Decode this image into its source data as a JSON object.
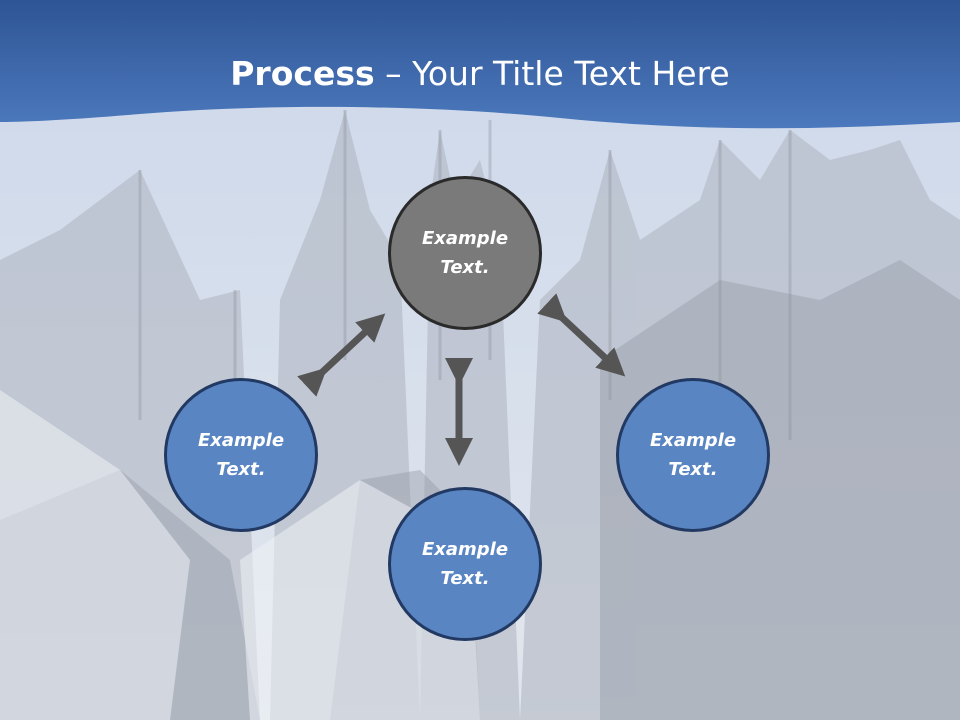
{
  "slide": {
    "title_bold": "Process",
    "title_rest": " – Your Title Text Here"
  },
  "nodes": {
    "top": {
      "line1": "Example",
      "line2": "Text."
    },
    "left": {
      "line1": "Example",
      "line2": "Text."
    },
    "right": {
      "line1": "Example",
      "line2": "Text."
    },
    "bottom": {
      "line1": "Example",
      "line2": "Text."
    }
  },
  "colors": {
    "header_blue": "#3f6db2",
    "node_blue": "#5a85c3",
    "node_gray": "#7a7a7a",
    "arrow": "#555555"
  }
}
